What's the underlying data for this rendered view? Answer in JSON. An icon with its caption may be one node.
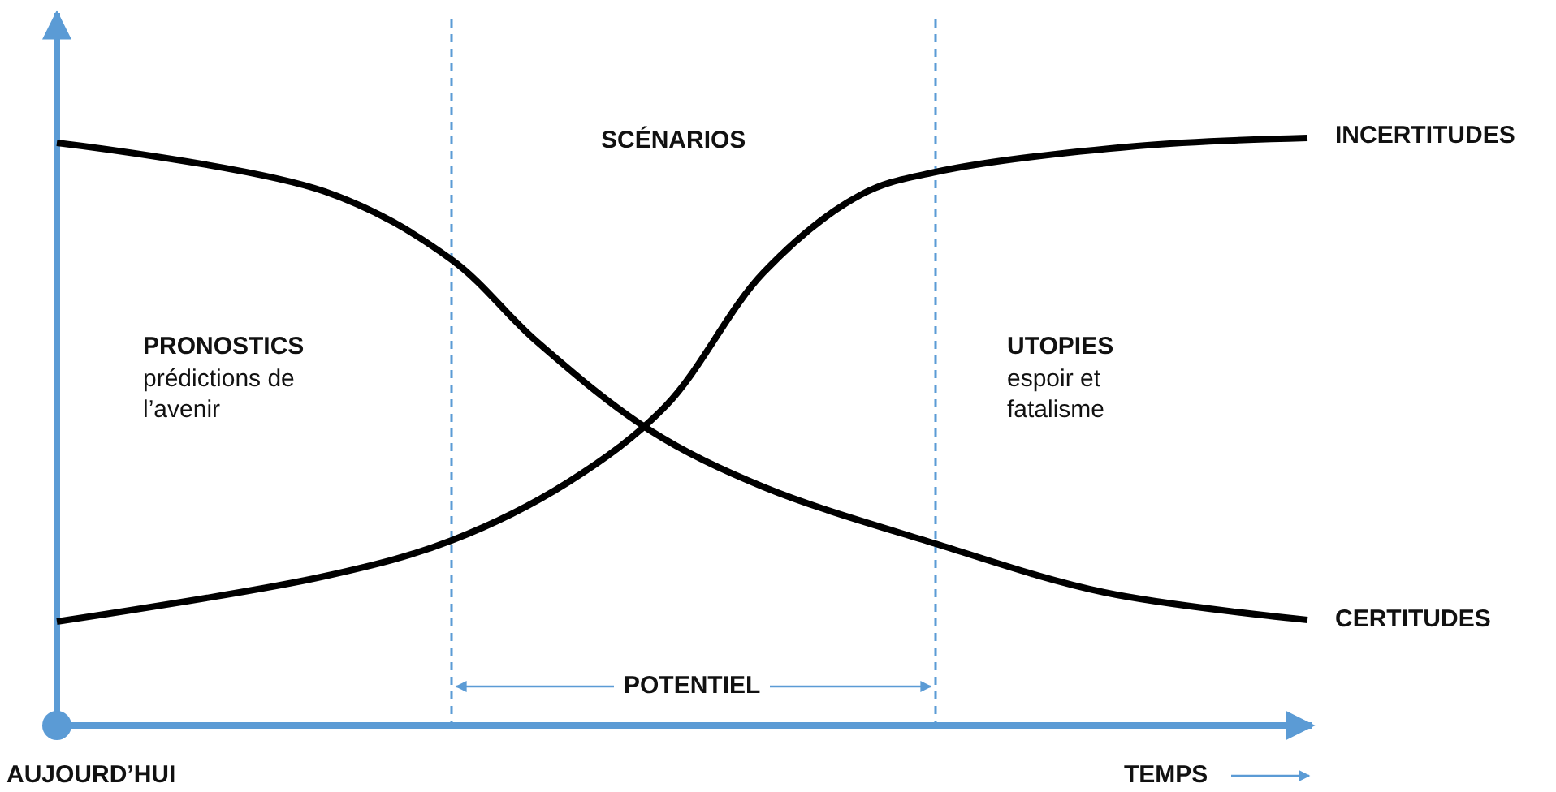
{
  "diagram": {
    "labels": [
      "SCÉNARIOS",
      "INCERTITUDES",
      "PRONOSTICS",
      "prédictions de l’avenir",
      "UTOPIES",
      "espoir et fatalisme",
      "CERTITUDES",
      "POTENTIEL",
      "AUJOURD’HUI",
      "TEMPS"
    ]
  }
}
